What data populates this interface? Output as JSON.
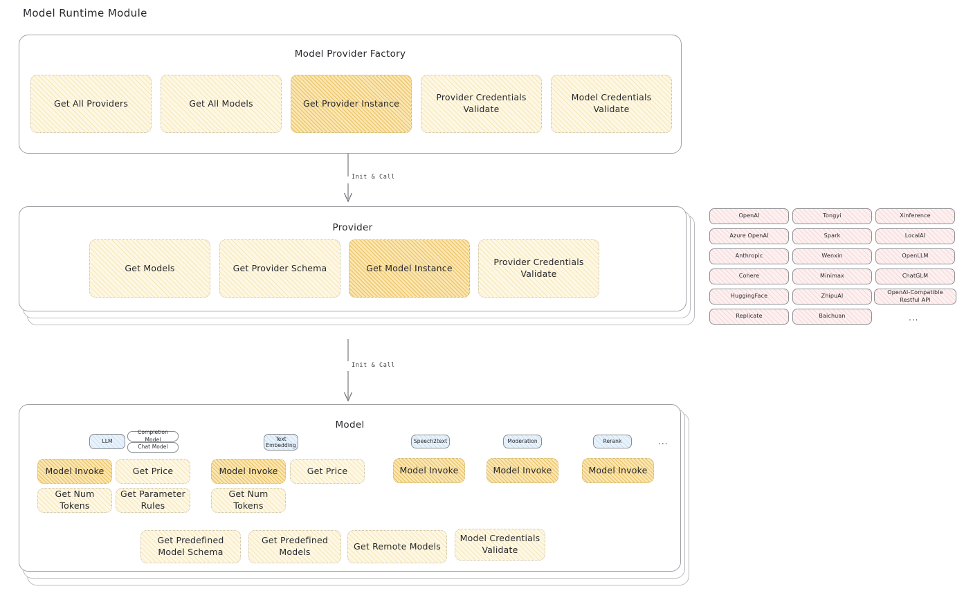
{
  "page": {
    "title": "Model Runtime Module"
  },
  "factory": {
    "title": "Model Provider Factory",
    "nodes": [
      {
        "label": "Get All Providers",
        "highlight": false
      },
      {
        "label": "Get All Models",
        "highlight": false
      },
      {
        "label": "Get Provider Instance",
        "highlight": true
      },
      {
        "label": "Provider Credentials Validate",
        "highlight": false
      },
      {
        "label": "Model Credentials Validate",
        "highlight": false
      }
    ]
  },
  "arrow1": {
    "label": "Init & Call"
  },
  "provider": {
    "title": "Provider",
    "nodes": [
      {
        "label": "Get Models",
        "highlight": false
      },
      {
        "label": "Get Provider Schema",
        "highlight": false
      },
      {
        "label": "Get Model Instance",
        "highlight": true
      },
      {
        "label": "Provider Credentials Validate",
        "highlight": false
      }
    ]
  },
  "provider_list": {
    "columns": [
      [
        "OpenAI",
        "Azure OpenAI",
        "Anthropic",
        "Cohere",
        "HuggingFace",
        "Replicate"
      ],
      [
        "Tongyi",
        "Spark",
        "Wenxin",
        "Minimax",
        "ZhipuAI",
        "Baichuan"
      ],
      [
        "Xinference",
        "LocalAI",
        "OpenLLM",
        "ChatGLM",
        "OpenAI-Compatible Restful API"
      ]
    ],
    "ellipsis": "..."
  },
  "arrow2": {
    "label": "Init & Call"
  },
  "model": {
    "title": "Model",
    "ellipsis": "...",
    "groups": [
      {
        "badge": "LLM",
        "sub_badges": [
          "Completion Model",
          "Chat Model"
        ],
        "nodes": [
          {
            "label": "Model Invoke",
            "highlight": true
          },
          {
            "label": "Get Price",
            "highlight": false
          },
          {
            "label": "Get Num Tokens",
            "highlight": false
          },
          {
            "label": "Get Parameter Rules",
            "highlight": false
          }
        ]
      },
      {
        "badge": "Text Embedding",
        "sub_badges": [],
        "nodes": [
          {
            "label": "Model Invoke",
            "highlight": true
          },
          {
            "label": "Get Price",
            "highlight": false
          },
          {
            "label": "Get Num Tokens",
            "highlight": false
          }
        ]
      },
      {
        "badge": "Speech2text",
        "sub_badges": [],
        "nodes": [
          {
            "label": "Model Invoke",
            "highlight": true
          }
        ]
      },
      {
        "badge": "Moderation",
        "sub_badges": [],
        "nodes": [
          {
            "label": "Model Invoke",
            "highlight": true
          }
        ]
      },
      {
        "badge": "Rerank",
        "sub_badges": [],
        "nodes": [
          {
            "label": "Model Invoke",
            "highlight": true
          }
        ]
      }
    ],
    "common_nodes": [
      {
        "label": "Get Predefined Model Schema"
      },
      {
        "label": "Get Predefined Models"
      },
      {
        "label": "Get Remote Models"
      },
      {
        "label": "Model Credentials Validate"
      }
    ]
  },
  "colors": {
    "yellow_fill": "#fdf7e3",
    "yellow_highlight": "#fbe7b4",
    "pink_fill": "#fdf0f0",
    "blue_fill": "#e8f2fb",
    "stroke": "#9ea0a4"
  }
}
